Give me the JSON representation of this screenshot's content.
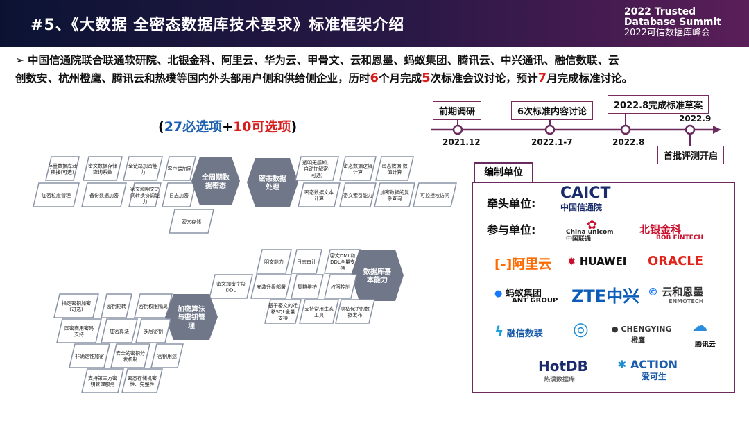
{
  "header": {
    "title": "#5、《大数据 全密态数据库技术要求》标准框架介绍",
    "summit_l1": "2022 Trusted",
    "summit_l2": "Database Summit",
    "summit_l3": "2022可信数据库峰会"
  },
  "intro": {
    "p1": "中国信通院联合联通软研院、北银金科、阿里云、华为云、甲骨文、云和恩墨、蚂蚁集团、腾讯云、中兴通讯、融信数联、云",
    "p2a": "创数安、杭州橙鹰、腾讯云和热璞等国内外头部用户侧和供给侧企业，历时",
    "n1": "6",
    "p2b": "个月完成",
    "n2": "5",
    "p2c": "次标准会议讨论，预计",
    "n3": "7",
    "p2d": "月完成标准讨论。"
  },
  "counts": {
    "a": "(",
    "n1": "27必选项",
    "plus": "+",
    "n2": "10可选项",
    "b": ")"
  },
  "timeline": {
    "b1": "前期调研",
    "b2": "6次标准内容讨论",
    "b3": "2022.8完成标准草案",
    "b4": "首批评测开启",
    "d1": "2021.12",
    "d2": "2022.1-7",
    "d3": "2022.8",
    "d4": "2022.9"
  },
  "orgs": {
    "tab": "编制单位",
    "lead": "牵头单位:",
    "part": "参与单位:",
    "caict": "CAICT",
    "caict_cn": "中国信通院",
    "unicom": "China unicom中国联通",
    "bob": "北银金科",
    "bob_en": "BOB FINTECH",
    "ali": "阿里云",
    "huawei": "HUAWEI",
    "oracle": "ORACLE",
    "ant": "蚂蚁集团",
    "ant_en": "ANT GROUP",
    "zte": "ZTE中兴",
    "enmo": "云和恩墨",
    "enmo_en": "ENMOTECH",
    "rongxin": "融信数联",
    "chengying": "CHENGYING",
    "chengying_cn": "橙鹰",
    "tencent": "腾讯云",
    "hotdb": "HotDB",
    "hotdb_cn": "热璞数据库",
    "action": "ACTION",
    "action_cn": "爱可生"
  },
  "diagram": {
    "g1": [
      "存量数据库迁移接(可选)",
      "密文数据存储查询系数",
      "全链路加密能力",
      "客户端加密",
      "加密粒度管理",
      "备份数据加密",
      "密文和明文之间转换协调能力",
      "日志加密",
      "密文存储",
      "全周期数据密态"
    ],
    "g2": [
      "密态数据处理",
      "透明无感知、自动加解密(可选)",
      "密态数据逻辑计算",
      "密态数据 数值计算",
      "密态数据文本计算",
      "密文索引能力",
      "加密数据的复杂查询",
      "可控授权访问"
    ],
    "g3": [
      "明文能力",
      "日志审计",
      "密文DML和DDL全量支持",
      "数据库基本能力",
      "密文加密字段DDL",
      "安装升级部署",
      "集群维护",
      "权限控制",
      "基于密文的迁移SQL全量支持",
      "支持常用生态工具",
      "隐私保护的数据发布"
    ],
    "g4": [
      "指定密钥加密(可选)",
      "密钥轮转",
      "密钥权限隔离",
      "加密算法与密钥管理",
      "国密商用密码支持",
      "加密算法",
      "多层密钥",
      "非确定性加密",
      "安全的密钥分发机制",
      "密钥用途",
      "支持第三方密钥管理服务",
      "密态存储机密性、完整性"
    ]
  }
}
